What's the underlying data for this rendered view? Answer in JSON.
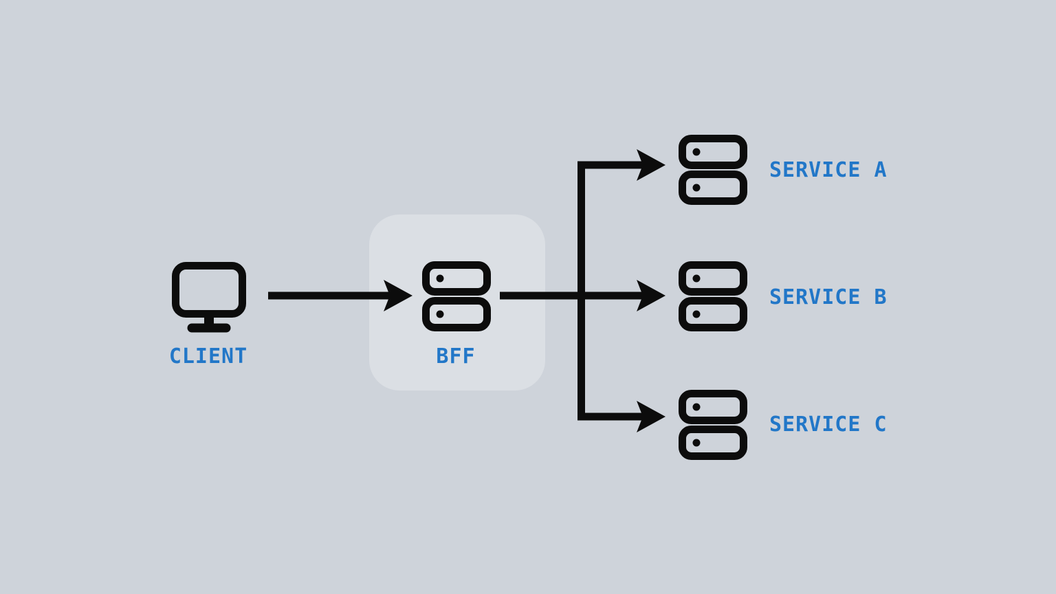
{
  "colors": {
    "background": "#ced3da",
    "panel": "#dbdfe4",
    "line": "#0c0c0c",
    "label": "#2277c8"
  },
  "nodes": {
    "client": {
      "label": "CLIENT",
      "icon": "monitor-icon"
    },
    "bff": {
      "label": "BFF",
      "icon": "server-icon",
      "highlighted_panel": true
    },
    "services": [
      {
        "label": "SERVICE A",
        "icon": "server-icon"
      },
      {
        "label": "SERVICE B",
        "icon": "server-icon"
      },
      {
        "label": "SERVICE C",
        "icon": "server-icon"
      }
    ]
  },
  "connections": [
    {
      "from": "client",
      "to": "bff"
    },
    {
      "from": "bff",
      "to": "service-a"
    },
    {
      "from": "bff",
      "to": "service-b"
    },
    {
      "from": "bff",
      "to": "service-c"
    }
  ]
}
